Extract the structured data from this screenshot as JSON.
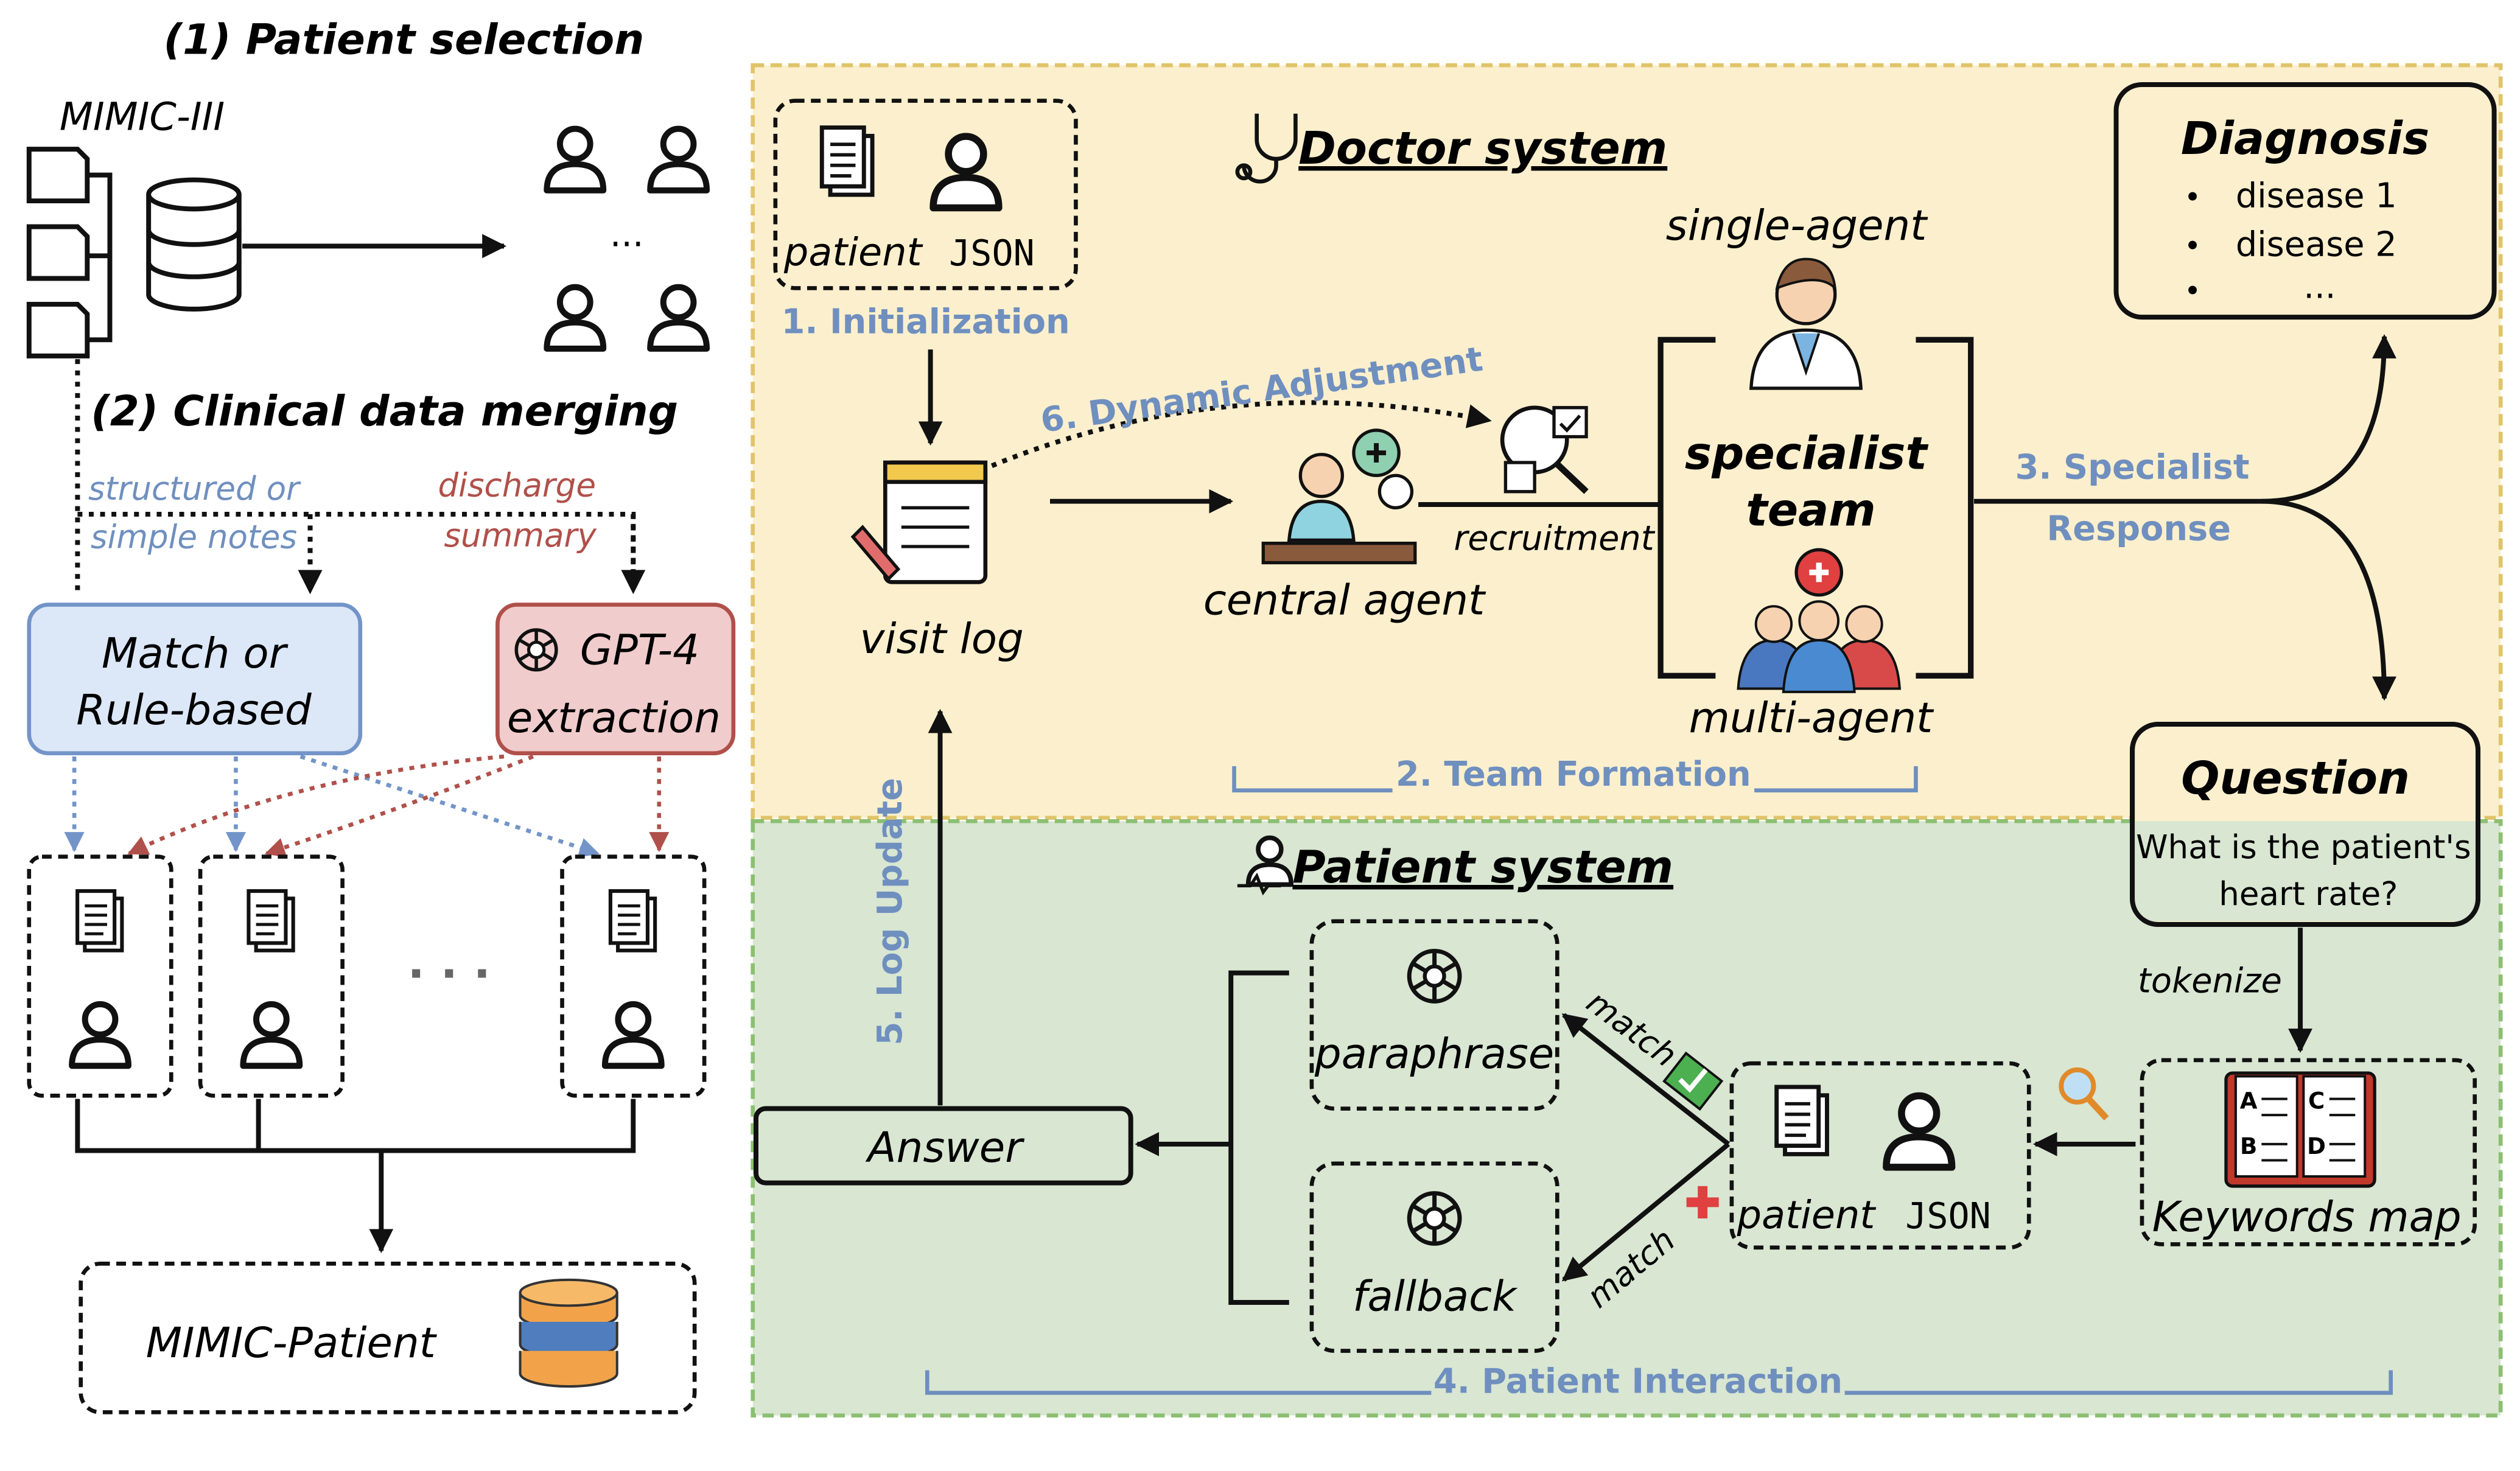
{
  "left": {
    "heading1": "(1) Patient selection",
    "mimic3": "MIMIC-III",
    "ellipsis": "...",
    "heading2": "(2) Clinical data merging",
    "structured_line1": "structured or",
    "structured_line2": "simple notes",
    "discharge_line1": "discharge",
    "discharge_line2": "summary",
    "match_line1": "Match or",
    "match_line2": "Rule-based",
    "gpt_line1": "GPT-4",
    "gpt_line2": "extraction",
    "dots": "· · ·",
    "mimic_patient": "MIMIC-Patient"
  },
  "doctor": {
    "title": "Doctor system",
    "patient_word": "patient",
    "json_word": "JSON",
    "init": "1. Initialization",
    "visit_log": "visit log",
    "dynamic": "6. Dynamic Adjustment",
    "central_agent": "central agent",
    "recruitment": "recruitment",
    "single_agent": "single-agent",
    "specialist_line1": "specialist",
    "specialist_line2": "team",
    "multi_agent": "multi-agent",
    "team_formation": "2. Team Formation",
    "response_line1": "3. Specialist",
    "response_line2": "Response",
    "diagnosis_title": "Diagnosis",
    "diagnosis_items": [
      "disease 1",
      "disease 2",
      "..."
    ],
    "question_title": "Question",
    "question_line1": "What is the patient's",
    "question_line2": "heart rate?"
  },
  "patient": {
    "title": "Patient system",
    "log_update": "5. Log Update",
    "answer": "Answer",
    "paraphrase": "paraphrase",
    "fallback": "fallback",
    "match_top": "match",
    "match_bottom": "match",
    "patient_word": "patient",
    "json_word": "JSON",
    "tokenize": "tokenize",
    "keywords_map": "Keywords map",
    "interaction": "4. Patient Interaction",
    "book_letters": [
      "A",
      "B",
      "C",
      "D"
    ]
  },
  "colors": {
    "doctor_bg": "#fbefcd",
    "doctor_border": "#e0c46a",
    "patient_bg": "#d8e6d2",
    "patient_border": "#8cbf72",
    "step_blue": "#6f8fbf",
    "rule_blue": "#dce8f8",
    "gpt_red": "#f0cccc",
    "red_text": "#b0504a"
  },
  "icons": [
    "database-icon",
    "folder-icon",
    "user-icon",
    "document-icon",
    "stethoscope-icon",
    "doctor-icon",
    "team-icon",
    "openai-icon",
    "magnifier-icon",
    "book-icon",
    "check-icon",
    "cross-icon",
    "notebook-icon",
    "recruit-icon",
    "central-agent-icon"
  ]
}
